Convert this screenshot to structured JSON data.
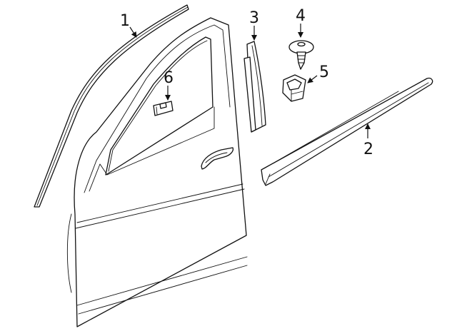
{
  "callouts": [
    {
      "number": "1",
      "part": "upper-frame-molding"
    },
    {
      "number": "2",
      "part": "belt-molding"
    },
    {
      "number": "3",
      "part": "pillar-applique"
    },
    {
      "number": "4",
      "part": "screw"
    },
    {
      "number": "5",
      "part": "retainer-nut"
    },
    {
      "number": "6",
      "part": "clip"
    }
  ],
  "colors": {
    "line": "#111111",
    "background": "#ffffff"
  }
}
